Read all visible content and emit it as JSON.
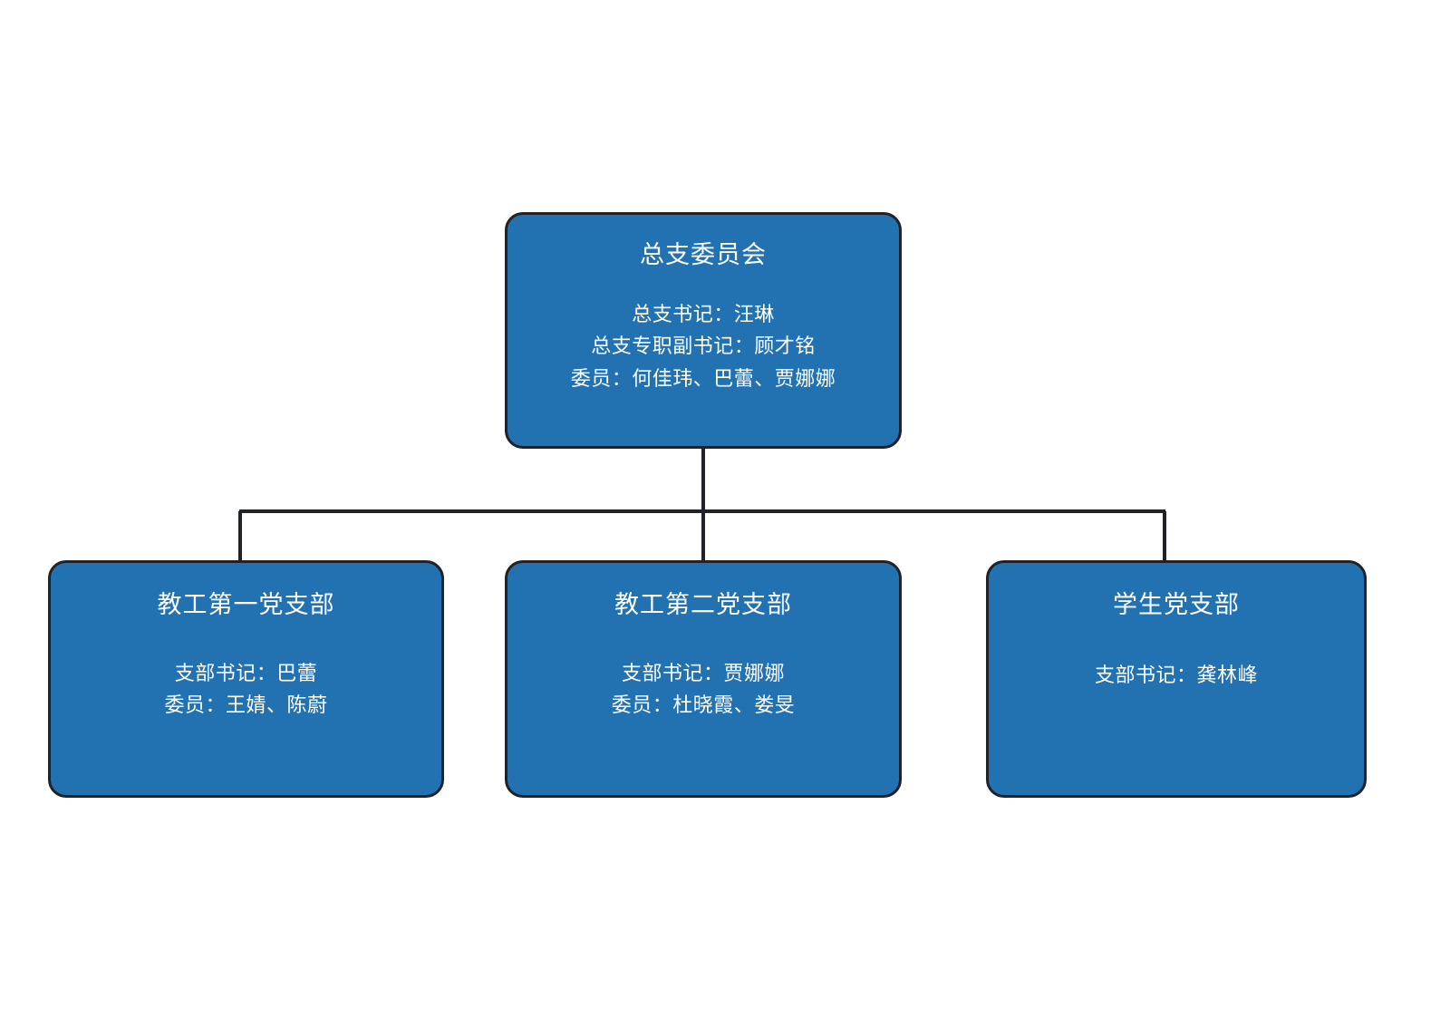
{
  "theme": {
    "page_background": "#ffffff",
    "node_fill": "#2271B0",
    "node_border": "#1f2229",
    "node_text": "#ffffff",
    "connector_color": "#1f2229"
  },
  "chart_data": {
    "type": "diagram",
    "diagram_kind": "organization-chart",
    "orientation": "top-down",
    "levels": 2,
    "root": {
      "id": "general-branch-committee",
      "title": "总支委员会",
      "lines": [
        "总支书记：汪琳",
        "总支专职副书记：顾才铭",
        "委员：何佳玮、巴蕾、贾娜娜"
      ],
      "roles": [
        {
          "role": "总支书记",
          "people": [
            "汪琳"
          ]
        },
        {
          "role": "总支专职副书记",
          "people": [
            "顾才铭"
          ]
        },
        {
          "role": "委员",
          "people": [
            "何佳玮",
            "巴蕾",
            "贾娜娜"
          ]
        }
      ]
    },
    "children": [
      {
        "id": "faculty-branch-1",
        "title": "教工第一党支部",
        "lines": [
          "支部书记：巴蕾",
          "委员：王婧、陈蔚"
        ],
        "roles": [
          {
            "role": "支部书记",
            "people": [
              "巴蕾"
            ]
          },
          {
            "role": "委员",
            "people": [
              "王婧",
              "陈蔚"
            ]
          }
        ]
      },
      {
        "id": "faculty-branch-2",
        "title": "教工第二党支部",
        "lines": [
          "支部书记：贾娜娜",
          "委员：杜晓霞、娄旻"
        ],
        "roles": [
          {
            "role": "支部书记",
            "people": [
              "贾娜娜"
            ]
          },
          {
            "role": "委员",
            "people": [
              "杜晓霞",
              "娄旻"
            ]
          }
        ]
      },
      {
        "id": "student-branch",
        "title": "学生党支部",
        "lines": [
          "支部书记：龚林峰"
        ],
        "roles": [
          {
            "role": "支部书记",
            "people": [
              "龚林峰"
            ]
          }
        ]
      }
    ],
    "edges": [
      {
        "from": "general-branch-committee",
        "to": "faculty-branch-1"
      },
      {
        "from": "general-branch-committee",
        "to": "faculty-branch-2"
      },
      {
        "from": "general-branch-committee",
        "to": "student-branch"
      }
    ]
  }
}
